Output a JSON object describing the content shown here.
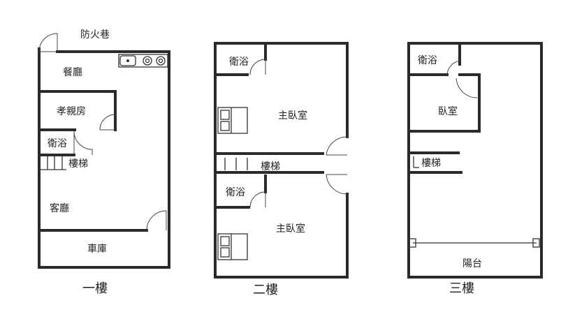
{
  "floors": [
    {
      "title": "一樓",
      "rooms": {
        "lane": "防火巷",
        "dining": "餐廳",
        "elder": "孝親房",
        "bath": "衛浴",
        "stairs": "樓梯",
        "living": "客廳",
        "garage": "車庫"
      }
    },
    {
      "title": "二樓",
      "rooms": {
        "bath_top": "衛浴",
        "master_top": "主臥室",
        "stairs": "樓梯",
        "bath_bottom": "衛浴",
        "master_bottom": "主臥室"
      }
    },
    {
      "title": "三樓",
      "rooms": {
        "bath": "衛浴",
        "bedroom": "臥室",
        "stairs": "樓梯",
        "balcony": "陽台"
      }
    }
  ]
}
